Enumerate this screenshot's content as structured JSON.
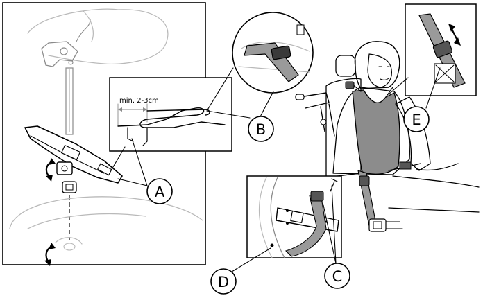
{
  "callouts": {
    "a": "A",
    "b": "B",
    "c": "C",
    "d": "D",
    "e": "E"
  },
  "dimension_label": "min. 2-3cm",
  "colors": {
    "outline": "#000000",
    "vest": "#8c8c8c",
    "strap": "#9a9a9a",
    "light_line": "#b9b9b9",
    "background": "#ffffff"
  }
}
